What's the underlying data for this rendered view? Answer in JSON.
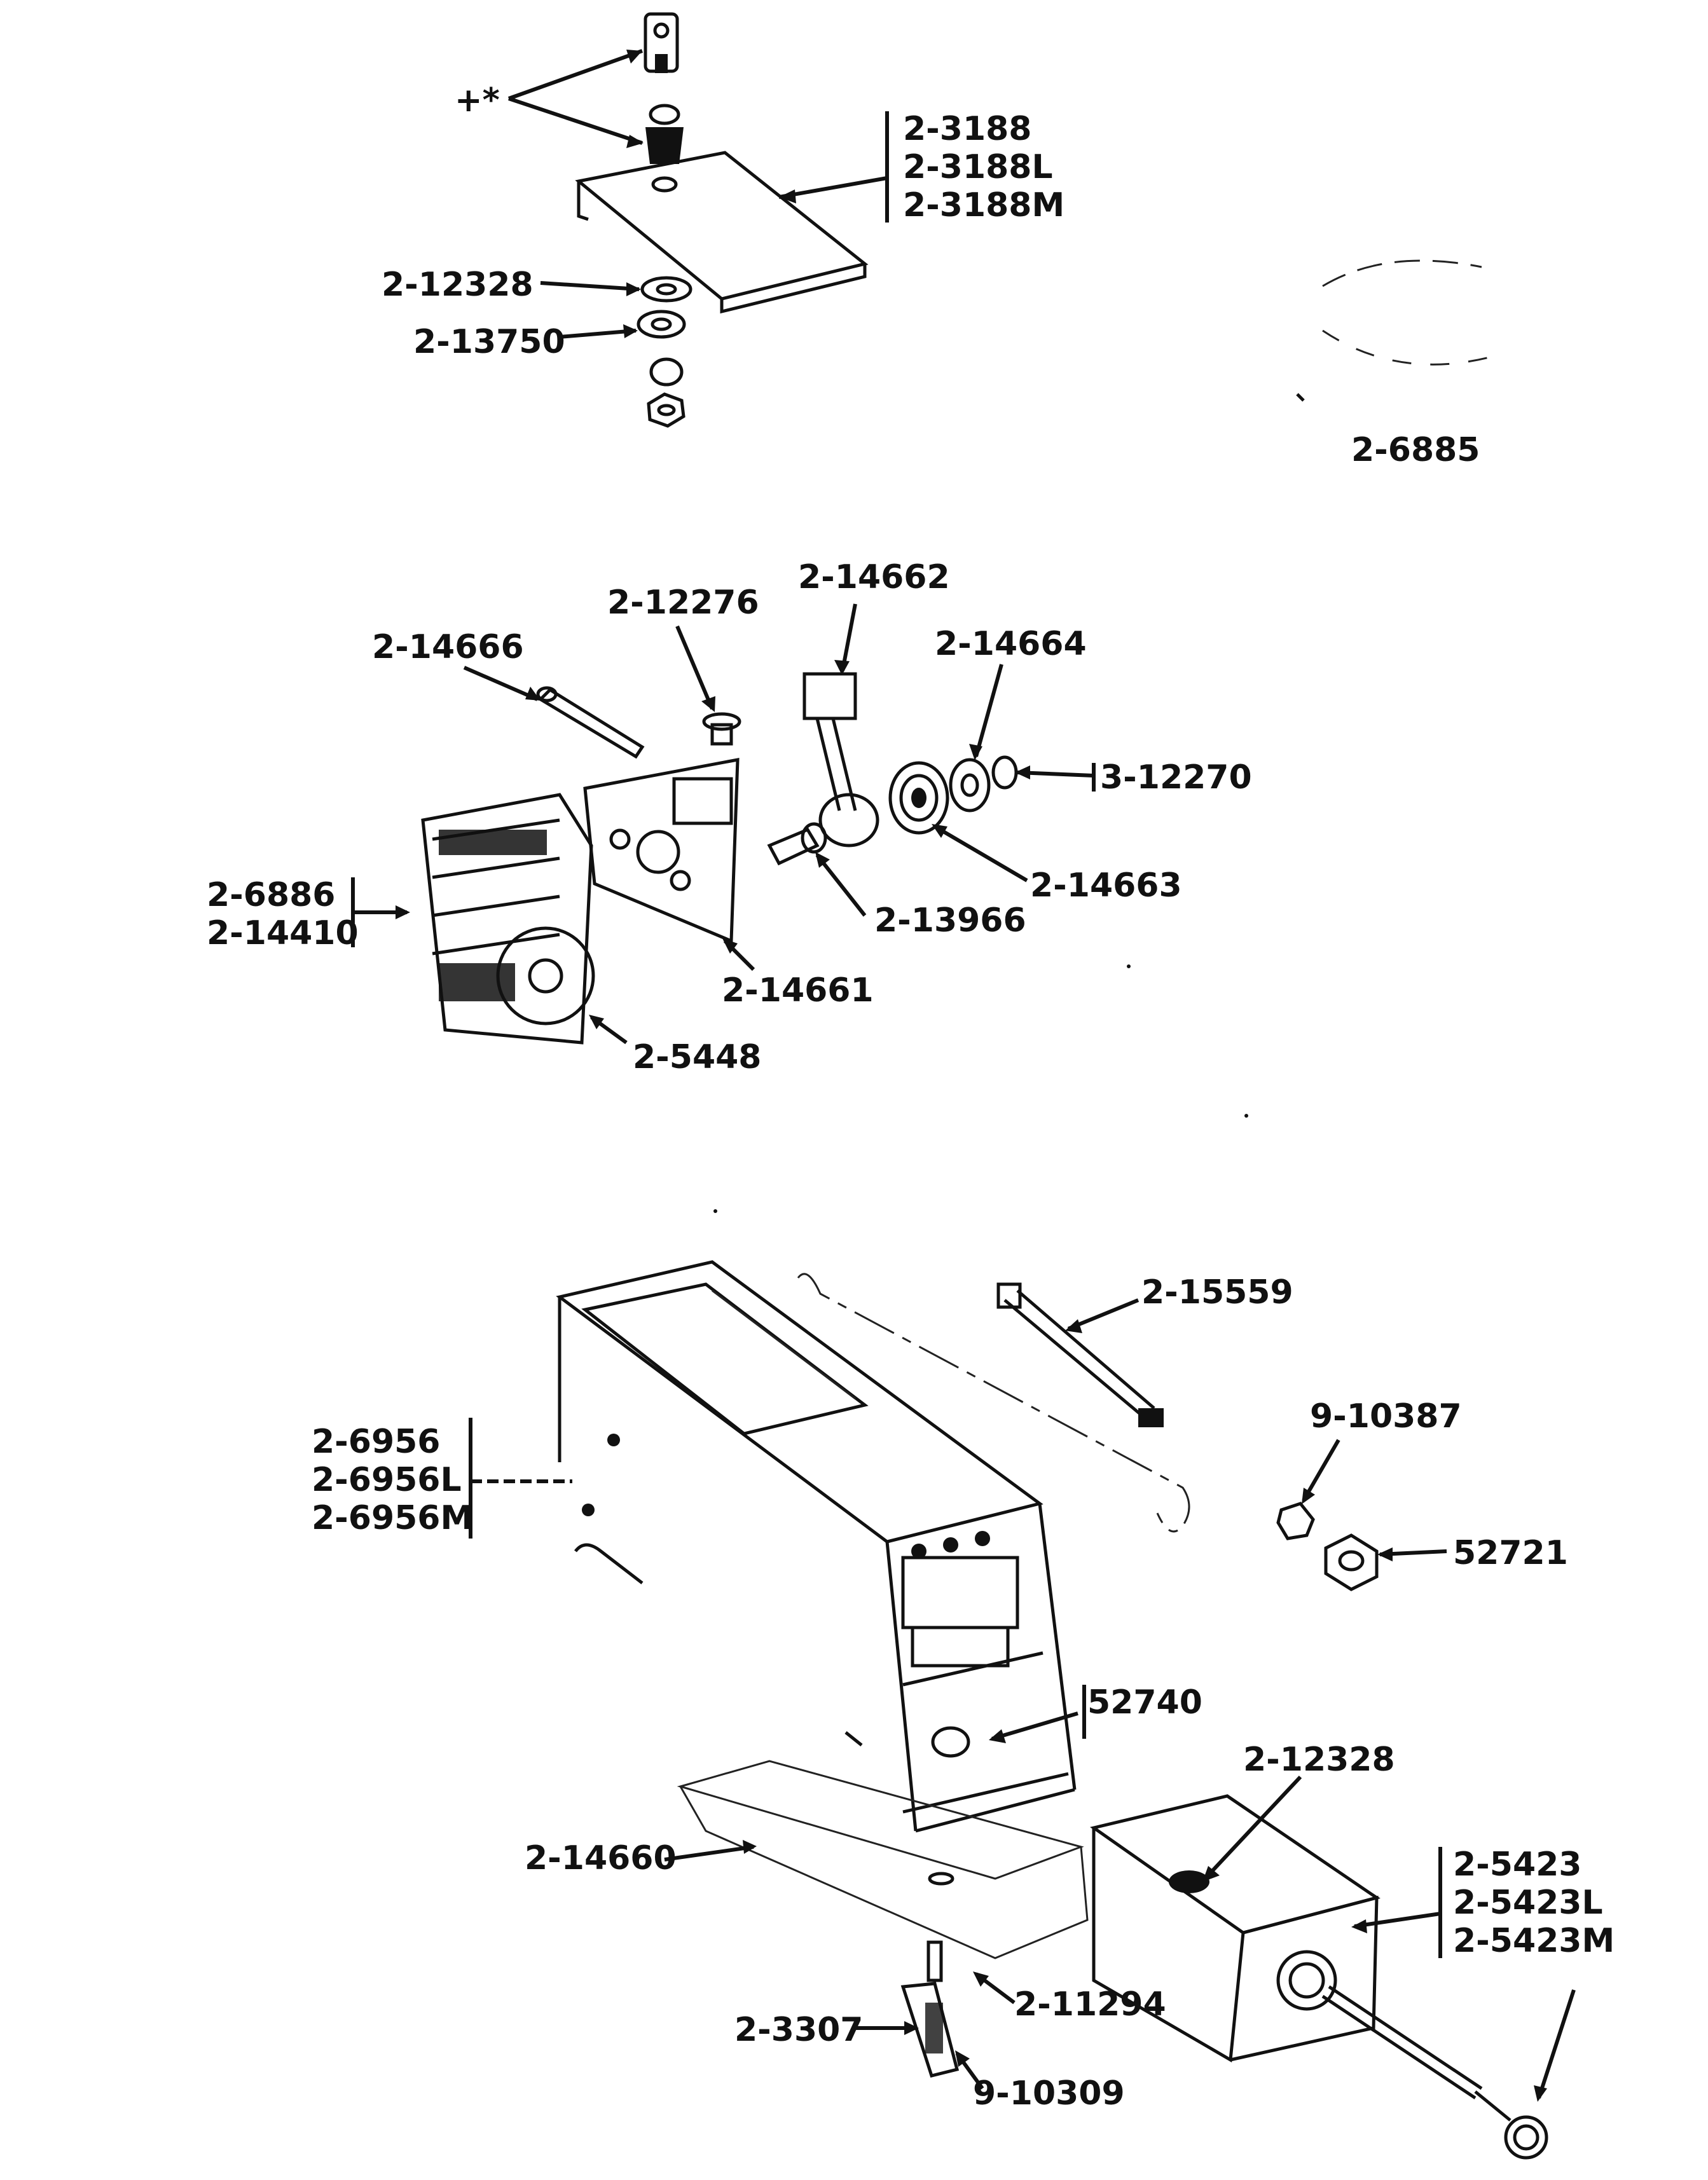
{
  "sections": {
    "top": {
      "callouts": [
        {
          "id": "plus_star",
          "label": "+*"
        },
        {
          "id": "p2_3188",
          "label": "2-3188"
        },
        {
          "id": "p2_3188L",
          "label": "2-3188L"
        },
        {
          "id": "p2_3188M",
          "label": "2-3188M"
        },
        {
          "id": "p2_12328a",
          "label": "2-12328"
        },
        {
          "id": "p2_13750",
          "label": "2-13750"
        },
        {
          "id": "p2_6885",
          "label": "2-6885"
        }
      ]
    },
    "middle": {
      "callouts": [
        {
          "id": "p2_14662",
          "label": "2-14662"
        },
        {
          "id": "p2_12276",
          "label": "2-12276"
        },
        {
          "id": "p2_14666",
          "label": "2-14666"
        },
        {
          "id": "p2_14664",
          "label": "2-14664"
        },
        {
          "id": "p3_12270",
          "label": "3-12270"
        },
        {
          "id": "p2_6886",
          "label": "2-6886"
        },
        {
          "id": "p2_14410",
          "label": "2-14410"
        },
        {
          "id": "p2_14663",
          "label": "2-14663"
        },
        {
          "id": "p2_13966",
          "label": "2-13966"
        },
        {
          "id": "p2_14661",
          "label": "2-14661"
        },
        {
          "id": "p2_5448",
          "label": "2-5448"
        }
      ]
    },
    "bottom": {
      "callouts": [
        {
          "id": "p2_15559",
          "label": "2-15559"
        },
        {
          "id": "p9_10387",
          "label": "9-10387"
        },
        {
          "id": "p52721",
          "label": "52721"
        },
        {
          "id": "p2_6956",
          "label": "2-6956"
        },
        {
          "id": "p2_6956L",
          "label": "2-6956L"
        },
        {
          "id": "p2_6956M",
          "label": "2-6956M"
        },
        {
          "id": "p52740",
          "label": "52740"
        },
        {
          "id": "p2_12328b",
          "label": "2-12328"
        },
        {
          "id": "p2_14660",
          "label": "2-14660"
        },
        {
          "id": "p2_5423",
          "label": "2-5423"
        },
        {
          "id": "p2_5423L",
          "label": "2-5423L"
        },
        {
          "id": "p2_5423M",
          "label": "2-5423M"
        },
        {
          "id": "p2_11294",
          "label": "2-11294"
        },
        {
          "id": "p2_3307",
          "label": "2-3307"
        },
        {
          "id": "p9_10309",
          "label": "9-10309"
        }
      ]
    }
  }
}
